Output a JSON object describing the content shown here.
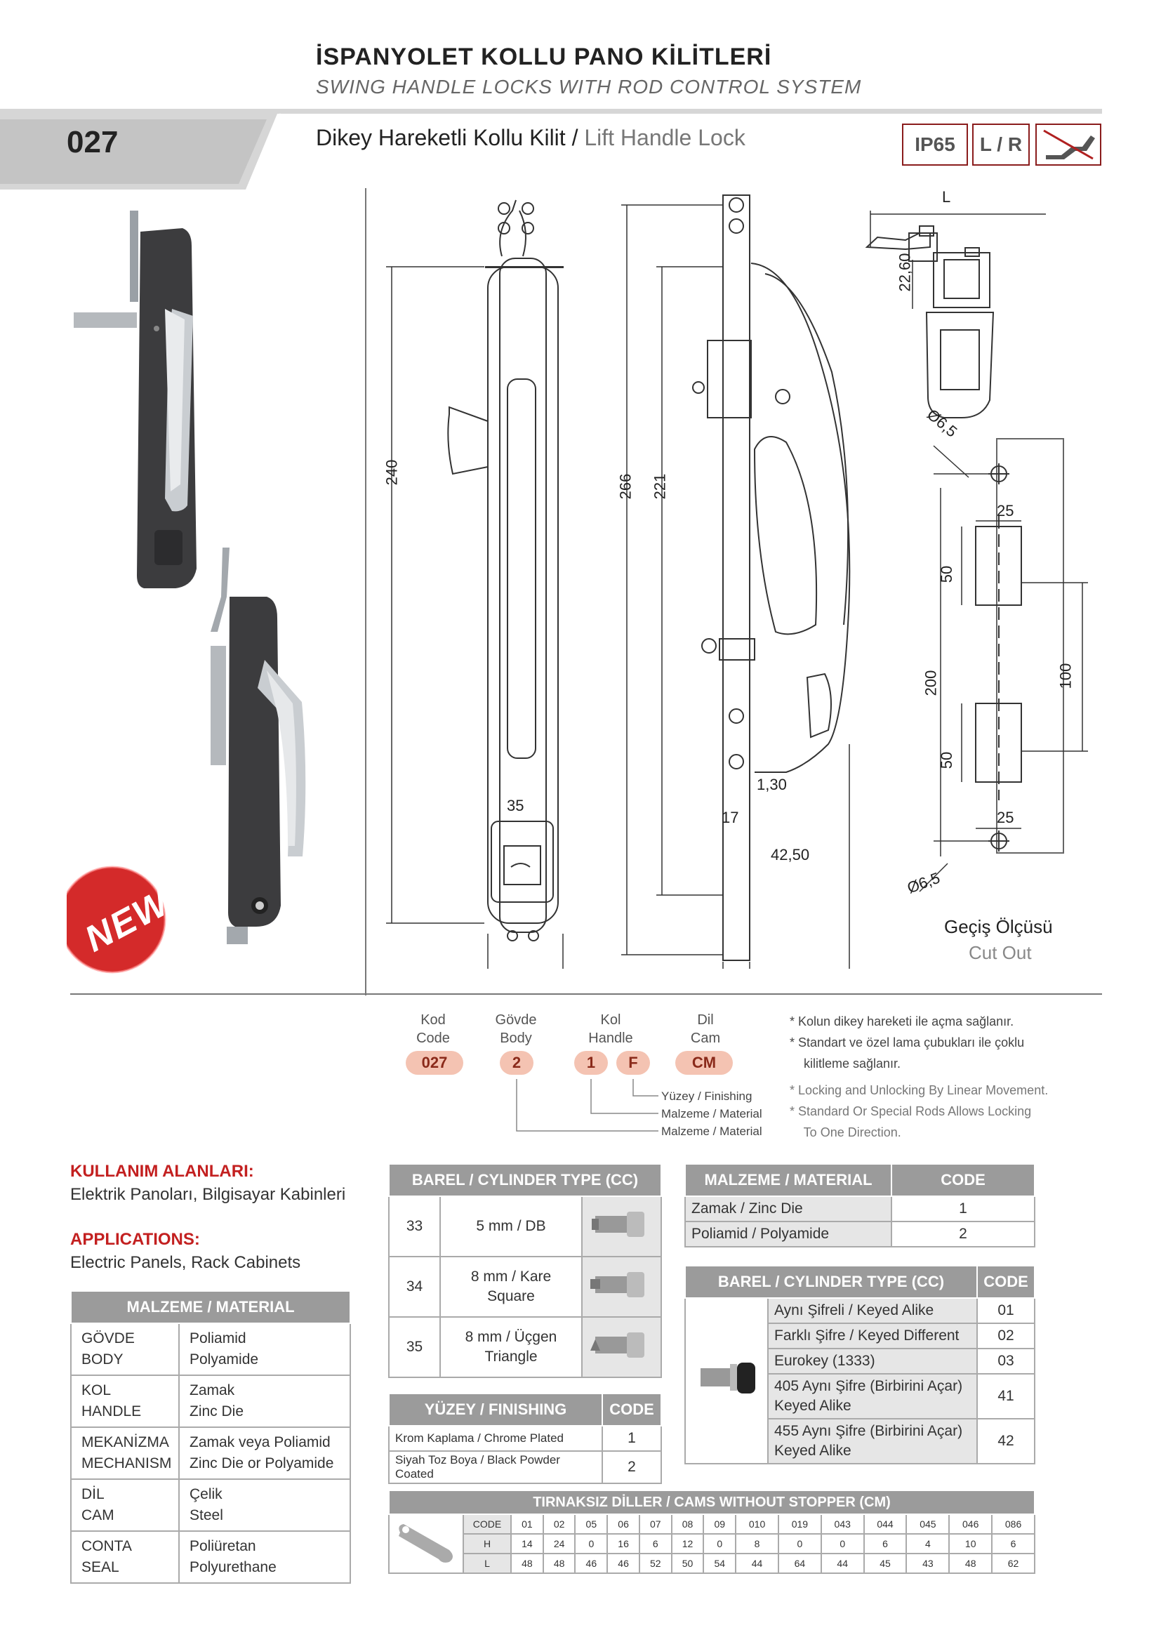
{
  "header": {
    "title_tr": "İSPANYOLET KOLLU PANO KİLİTLERİ",
    "title_en": "SWING HANDLE LOCKS WITH ROD CONTROL SYSTEM",
    "code": "027",
    "product_tr": "Dikey Hareketli Kollu Kilit /",
    "product_en": "Lift Handle Lock",
    "badge_ip": "IP65",
    "badge_lr": "L / R"
  },
  "badges": {
    "new": "NEW"
  },
  "drawing": {
    "dims": {
      "d240": "240",
      "d35": "35",
      "d266": "266",
      "d221": "221",
      "d130": "1,30",
      "d17": "17",
      "d4250": "42,50",
      "dL": "L",
      "d2260": "22,60",
      "d65a": "Ø6,5",
      "d25a": "25",
      "d50a": "50",
      "d200": "200",
      "d100": "100",
      "d50b": "50",
      "d25b": "25",
      "d65b": "Ø6,5"
    },
    "cutout_tr": "Geçiş Ölçüsü",
    "cutout_en": "Cut Out"
  },
  "config": {
    "labels": [
      {
        "tr": "Kod",
        "en": "Code"
      },
      {
        "tr": "Gövde",
        "en": "Body"
      },
      {
        "tr": "Kol",
        "en": "Handle"
      },
      {
        "tr": "Dil",
        "en": "Cam"
      }
    ],
    "pills": [
      "027",
      "2",
      "1",
      "F",
      "CM"
    ],
    "legend": [
      "Yüzey / Finishing",
      "Malzeme / Material",
      "Malzeme / Material"
    ],
    "notes_tr": [
      "*  Kolun dikey hareketi ile açma sağlanır.",
      "*  Standart ve özel lama çubukları ile çoklu",
      "    kilitleme sağlanır."
    ],
    "notes_en": [
      "*  Locking and Unlocking By Linear Movement.",
      "*  Standard Or Special Rods Allows Locking",
      "    To One Direction."
    ]
  },
  "usage": {
    "heading_tr": "KULLANIM ALANLARI:",
    "text_tr": "Elektrik Panoları, Bilgisayar Kabinleri",
    "heading_en": "APPLICATIONS:",
    "text_en": "Electric Panels, Rack Cabinets"
  },
  "material_table": {
    "header": "MALZEME / MATERIAL",
    "rows": [
      {
        "part_tr": "GÖVDE",
        "part_en": "BODY",
        "mat_tr": "Poliamid",
        "mat_en": "Polyamide"
      },
      {
        "part_tr": "KOL",
        "part_en": "HANDLE",
        "mat_tr": "Zamak",
        "mat_en": "Zinc Die"
      },
      {
        "part_tr": "MEKANİZMA",
        "part_en": "MECHANISM",
        "mat_tr": "Zamak veya Poliamid",
        "mat_en": "Zinc Die or Polyamide"
      },
      {
        "part_tr": "DİL",
        "part_en": "CAM",
        "mat_tr": "Çelik",
        "mat_en": "Steel"
      },
      {
        "part_tr": "CONTA",
        "part_en": "SEAL",
        "mat_tr": "Poliüretan",
        "mat_en": "Polyurethane"
      }
    ]
  },
  "barrel_table": {
    "header": "BAREL / CYLINDER TYPE (CC)",
    "rows": [
      {
        "code": "33",
        "desc1": "5 mm / DB",
        "desc2": ""
      },
      {
        "code": "34",
        "desc1": "8 mm / Kare",
        "desc2": "Square"
      },
      {
        "code": "35",
        "desc1": "8 mm / Üçgen",
        "desc2": "Triangle"
      }
    ]
  },
  "finishing_table": {
    "header": "YÜZEY / FINISHING",
    "code_header": "CODE",
    "rows": [
      {
        "name": "Krom Kaplama / Chrome Plated",
        "code": "1"
      },
      {
        "name": "Siyah Toz Boya / Black Powder Coated",
        "code": "2"
      }
    ]
  },
  "material_code_table": {
    "header": "MALZEME / MATERIAL",
    "code_header": "CODE",
    "rows": [
      {
        "name": "Zamak / Zinc Die",
        "code": "1"
      },
      {
        "name": "Poliamid / Polyamide",
        "code": "2"
      }
    ]
  },
  "keyed_table": {
    "header": "BAREL / CYLINDER TYPE (CC)",
    "code_header": "CODE",
    "rows": [
      {
        "l1": "Aynı Şifreli / Keyed Alike",
        "l2": "",
        "code": "01"
      },
      {
        "l1": "Farklı Şifre / Keyed Different",
        "l2": "",
        "code": "02"
      },
      {
        "l1": "Eurokey (1333)",
        "l2": "",
        "code": "03"
      },
      {
        "l1": "405 Aynı Şifre (Birbirini Açar)",
        "l2": "Keyed Alike",
        "code": "41"
      },
      {
        "l1": "455 Aynı Şifre (Birbirini Açar)",
        "l2": "Keyed Alike",
        "code": "42"
      }
    ]
  },
  "cams_table": {
    "header": "TIRNAKSIZ DİLLER / CAMS WITHOUT STOPPER (CM)",
    "row_labels": [
      "CODE",
      "H",
      "L"
    ],
    "codes": [
      "01",
      "02",
      "05",
      "06",
      "07",
      "08",
      "09",
      "010",
      "019",
      "043",
      "044",
      "045",
      "046",
      "086"
    ],
    "H": [
      "14",
      "24",
      "0",
      "16",
      "6",
      "12",
      "0",
      "8",
      "0",
      "0",
      "6",
      "4",
      "10",
      "6"
    ],
    "L": [
      "48",
      "48",
      "46",
      "46",
      "52",
      "50",
      "54",
      "44",
      "64",
      "44",
      "45",
      "43",
      "48",
      "62"
    ]
  }
}
